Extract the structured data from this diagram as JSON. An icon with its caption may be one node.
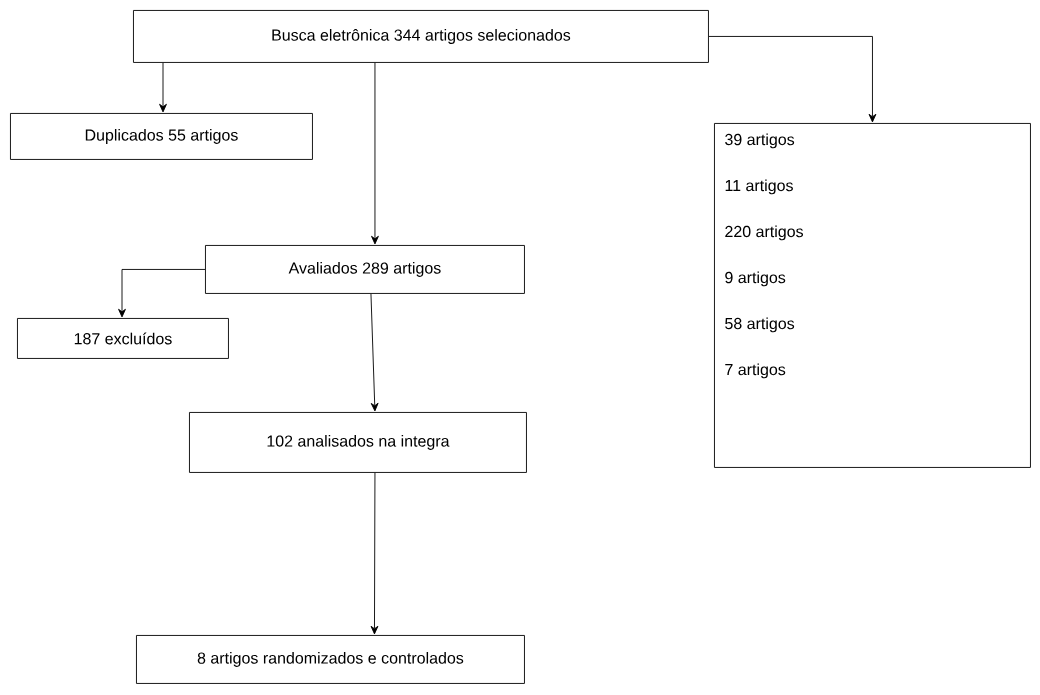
{
  "diagram": {
    "nodes": [
      {
        "text": [
          "Busca eletrônica 344 artigos selecionados"
        ]
      },
      {
        "text": [
          "Duplicados 55 artigos"
        ]
      },
      {
        "text": [
          "39 artigos",
          "11 artigos",
          "220 artigos",
          "9 artigos",
          "58 artigos",
          "7 artigos"
        ]
      },
      {
        "text": [
          "Avaliados 289 artigos"
        ]
      },
      {
        "text": [
          "187 excluídos"
        ]
      },
      {
        "text": [
          "102 analisados na integra"
        ]
      },
      {
        "text": [
          "8 artigos randomizados e controlados"
        ]
      }
    ],
    "edges": [
      {
        "from": 0,
        "to": 1,
        "arrow": "to"
      },
      {
        "from": 0,
        "to": 2,
        "arrow": "to"
      },
      {
        "from": 0,
        "to": 3,
        "arrow": "to"
      },
      {
        "from": 3,
        "to": 4,
        "arrow": "to"
      },
      {
        "from": 3,
        "to": 5,
        "arrow": "to"
      },
      {
        "from": 5,
        "to": 6,
        "arrow": "to"
      }
    ]
  }
}
